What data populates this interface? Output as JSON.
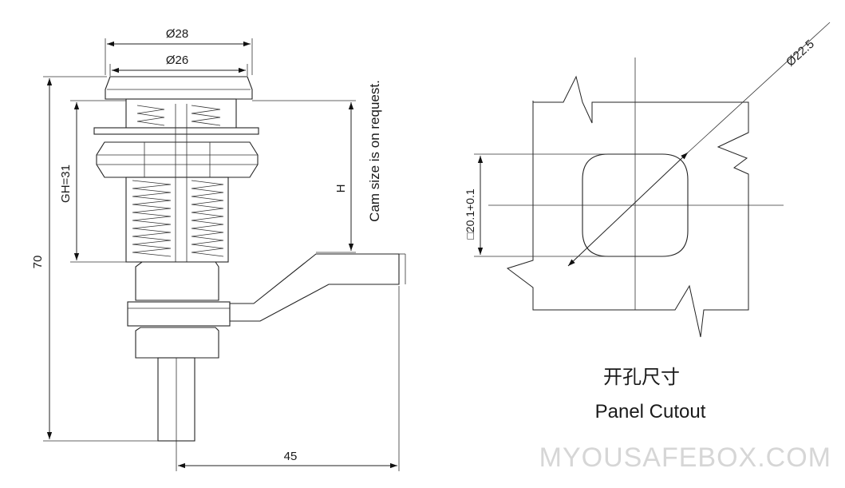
{
  "dimensions": {
    "outer_diameter": "Ø28",
    "inner_diameter": "Ø26",
    "overall_length": "70",
    "grip_height": "GH=31",
    "cam_height": "H",
    "cam_note": "Cam size is on request.",
    "cam_reach": "45",
    "cutout_diameter": "Ø22.5",
    "cutout_flat": "□20.1+0.1"
  },
  "cutout_title_cn": "开孔尺寸",
  "cutout_title_en": "Panel Cutout",
  "watermark": "MYOUSAFEBOX.COM"
}
